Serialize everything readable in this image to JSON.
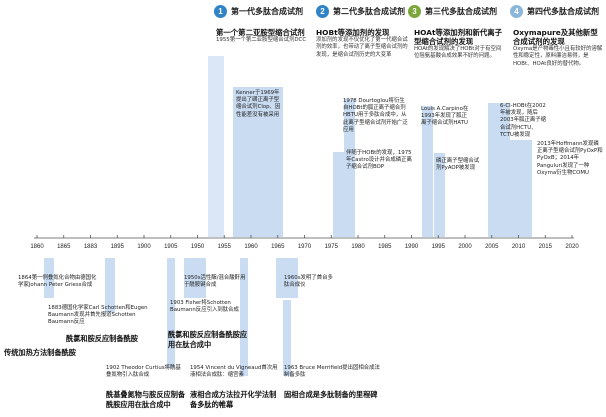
{
  "generations": [
    {
      "num": "1",
      "title": "第一代多肽合成试剂",
      "color": "#2f84c8"
    },
    {
      "num": "2",
      "title": "第二代多肽合成试剂",
      "color": "#2f84c8"
    },
    {
      "num": "3",
      "title": "第三代多肽合成试剂",
      "color": "#7aa63a"
    },
    {
      "num": "4",
      "title": "第四代多肽合成试剂",
      "color": "#8ab6da"
    }
  ],
  "top_sections": [
    {
      "heading": "第一个第二亚胺型缩合试剂",
      "desc": "1955第一个第二亚胺型缩合试剂DCC"
    },
    {
      "heading": "HOBt等添加剂的发现",
      "desc": "添加剂的发现不仅优化了第一代缩合试剂的效率，也带动了离子型缩合试剂的发现，是缩合试剂历史的大变革"
    },
    {
      "heading": "HOAt等添加剂和新代离子型缩合试剂的发现",
      "desc": "HOAt的发现解决了HOBt对于有空间位阻氨基酸合成效果不好的问题。"
    },
    {
      "heading": "Oxymapure及其他新型合成试剂的发现",
      "desc": "Oxyma是产物毒性小且有较好的溶解性和稳定性，原料廉洁易得，是HOBt、HOAt良好的替代物。"
    }
  ],
  "axis": {
    "ticks": [
      "1860",
      "1865",
      "1883",
      "1895",
      "1900",
      "1905",
      "1950",
      "1955",
      "1960",
      "1965",
      "1970",
      "1975",
      "1980",
      "1985",
      "1990",
      "1995",
      "2000",
      "2005",
      "2010",
      "2015",
      "2020"
    ]
  },
  "upper_events": [
    {
      "text": "Kenner于1969年提出了磺正离子型缩合试剂Clop、因性能差没有被采用"
    },
    {
      "text": "1978 Dourtoglou将衍生自HOBt的胍正离子缩合剂HBTU用于多肽合成中，从此离子型缩合试剂开始广泛应用"
    },
    {
      "text": "Louis A.Carpino在1993年发现了胍正离子缩合试剂HATU"
    },
    {
      "text": "6-Cl-HOBt在2002年被发现，随后2003年胍正离子缩合试剂HCTU、TCTU被发现"
    },
    {
      "text": "2013年Hoffmann发现磷正离子型缩合试剂PyOxP和PyOxB；2014年Panguluri发现了一种Oxyma衍生物COMU"
    },
    {
      "text": "伴随于HOBt的发现，1975年Castro设计并合成磷正离子缩合试剂BOP"
    },
    {
      "text": "磷正离子型缩合试剂PyAOP被发现"
    }
  ],
  "lower_events": [
    {
      "text": "1864第一例叠氮化合物由德国化学家Johann Peter Griess合成"
    },
    {
      "text": "1883德国化学家Carl Schotten和Eugen Baumann发现并首先报道Schotten Baumann反应"
    },
    {
      "text": "1950s活性酯/混合酸酐用于酰胺键合成"
    },
    {
      "text": "1903 Fisher将Schotten Baumann反应引入到肽合成"
    },
    {
      "text": "1960s发明了首台多肽合成仪"
    },
    {
      "text": "1902 Theodor Curtius将酰基叠氮物引入肽合成"
    },
    {
      "text": "1954 Vincent du Vigneaud首次用液相法合成肽：缩宫素"
    },
    {
      "text": "1963 Bruce Merrifield提出固相合成法制备多肽"
    }
  ],
  "lower_headings": [
    {
      "text": "传统加热方法制备酰胺"
    },
    {
      "text": "酰氯和胺反应制备酰胺"
    },
    {
      "text": "酰氯和胺反应制备酰胺应用在肽合成中"
    },
    {
      "text": "酰基叠氮物与胺反应制备酰胺应用在肽合成中"
    },
    {
      "text": "液相合成方法拉开化学法制备多肽的帷幕"
    },
    {
      "text": "固相合成是多肽制备的里程碑"
    }
  ],
  "colors": {
    "block": "#c9dcf2",
    "line": "#8aaed6",
    "axis": "#555555"
  }
}
